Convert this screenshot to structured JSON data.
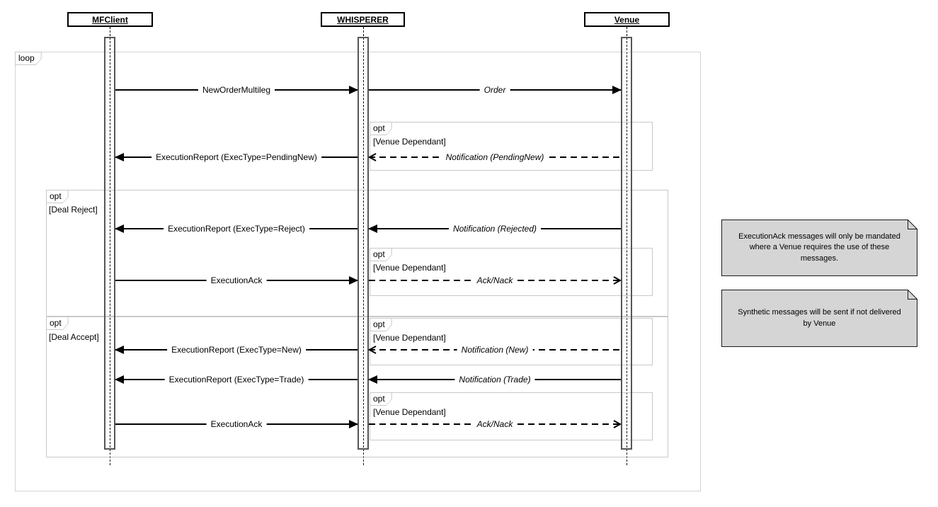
{
  "diagram": {
    "type": "uml-sequence-diagram",
    "actors": [
      {
        "name": "MFClient"
      },
      {
        "name": "WHISPERER"
      },
      {
        "name": "Venue"
      }
    ],
    "fragments": [
      {
        "operator": "loop",
        "guard": ""
      },
      {
        "operator": "opt",
        "guard": "[Venue Dependant]"
      },
      {
        "operator": "opt",
        "guard": "[Deal Reject]"
      },
      {
        "operator": "opt",
        "guard": "[Venue Dependant]"
      },
      {
        "operator": "opt",
        "guard": "[Deal Accept]"
      },
      {
        "operator": "opt",
        "guard": "[Venue Dependant]"
      },
      {
        "operator": "opt",
        "guard": "[Venue Dependant]"
      }
    ],
    "messages": [
      {
        "label": "NewOrderMultileg",
        "from": "MFClient",
        "to": "WHISPERER",
        "line": "solid",
        "arrowhead": "filled"
      },
      {
        "label": "Order",
        "from": "WHISPERER",
        "to": "Venue",
        "line": "solid",
        "arrowhead": "filled"
      },
      {
        "label": "ExecutionReport (ExecType=PendingNew)",
        "from": "WHISPERER",
        "to": "MFClient",
        "line": "solid",
        "arrowhead": "filled"
      },
      {
        "label": "Notification (PendingNew)",
        "from": "Venue",
        "to": "WHISPERER",
        "line": "dashed",
        "arrowhead": "open"
      },
      {
        "label": "ExecutionReport (ExecType=Reject)",
        "from": "WHISPERER",
        "to": "MFClient",
        "line": "solid",
        "arrowhead": "filled"
      },
      {
        "label": "Notification (Rejected)",
        "from": "Venue",
        "to": "WHISPERER",
        "line": "solid",
        "arrowhead": "filled"
      },
      {
        "label": "ExecutionAck",
        "from": "MFClient",
        "to": "WHISPERER",
        "line": "solid",
        "arrowhead": "filled"
      },
      {
        "label": "Ack/Nack",
        "from": "WHISPERER",
        "to": "Venue",
        "line": "dashed",
        "arrowhead": "open"
      },
      {
        "label": "ExecutionReport (ExecType=New)",
        "from": "WHISPERER",
        "to": "MFClient",
        "line": "solid",
        "arrowhead": "filled"
      },
      {
        "label": "Notification (New)",
        "from": "Venue",
        "to": "WHISPERER",
        "line": "dashed",
        "arrowhead": "open"
      },
      {
        "label": "ExecutionReport (ExecType=Trade)",
        "from": "WHISPERER",
        "to": "MFClient",
        "line": "solid",
        "arrowhead": "filled"
      },
      {
        "label": "Notification (Trade)",
        "from": "Venue",
        "to": "WHISPERER",
        "line": "solid",
        "arrowhead": "filled"
      },
      {
        "label": "ExecutionAck",
        "from": "MFClient",
        "to": "WHISPERER",
        "line": "solid",
        "arrowhead": "filled"
      },
      {
        "label": "Ack/Nack",
        "from": "WHISPERER",
        "to": "Venue",
        "line": "dashed",
        "arrowhead": "open"
      }
    ],
    "notes": [
      {
        "text": "ExecutionAck messages will only be mandated\nwhere a Venue requires the use of these\nmessages."
      },
      {
        "text": "Synthetic messages will be sent if not delivered\nby Venue"
      }
    ],
    "colors": {
      "note_fill": "#d5d5d5",
      "fragment_border": "#c9c9c9",
      "activation_border": "#565656",
      "line": "#000000",
      "background": "#ffffff"
    }
  }
}
